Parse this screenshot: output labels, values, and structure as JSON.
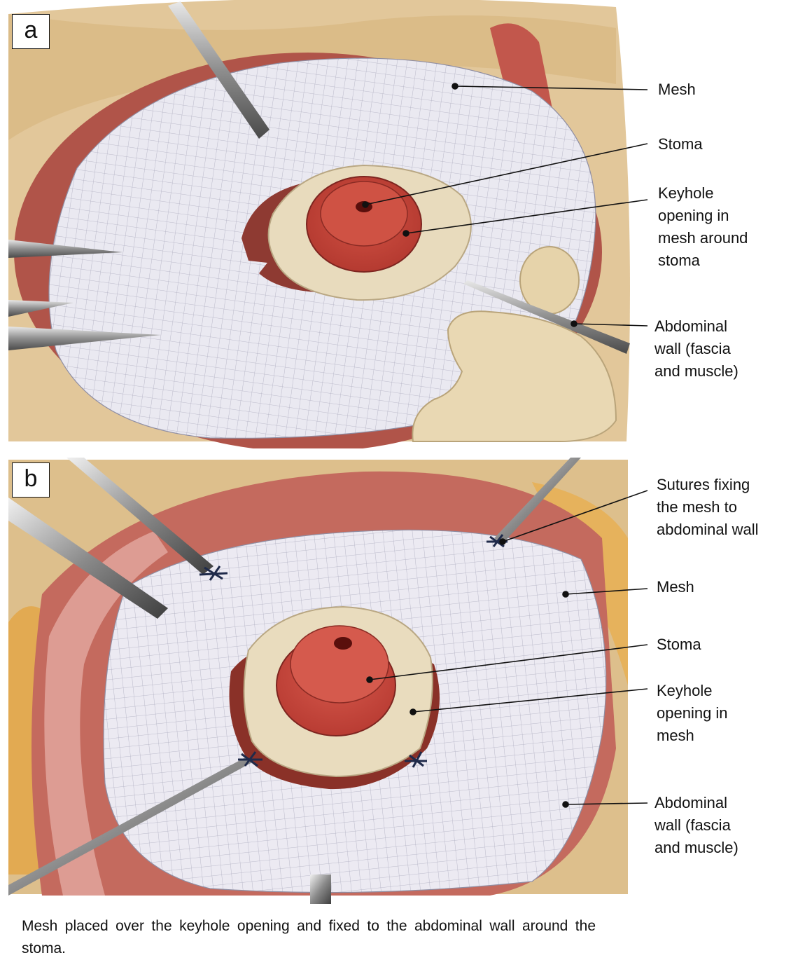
{
  "panels": [
    {
      "letter": "a",
      "labels": {
        "mesh": "Mesh",
        "stoma": "Stoma",
        "keyhole": "Keyhole\nopening in\nmesh around\nstoma",
        "abdominal_wall": "Abdominal\nwall (fascia\nand muscle)"
      }
    },
    {
      "letter": "b",
      "labels": {
        "sutures": "Sutures fixing\nthe mesh to\nabdominal wall",
        "mesh": "Mesh",
        "stoma": "Stoma",
        "keyhole": "Keyhole\nopening in\nmesh",
        "abdominal_wall": "Abdominal\nwall (fascia\nand muscle)"
      }
    }
  ],
  "caption": "Mesh placed over the keyhole opening and fixed to the abdominal wall around the stoma.",
  "colors": {
    "fat": "#e3c89a",
    "muscle": "#b85a50",
    "mesh": "#e9e8f0",
    "mesh_grid": "#a9a8bb",
    "stoma": "#c9453c",
    "stoma_rim": "#eadcbf",
    "instrument": "#9a9a9a",
    "suture": "#1f2a4a"
  }
}
